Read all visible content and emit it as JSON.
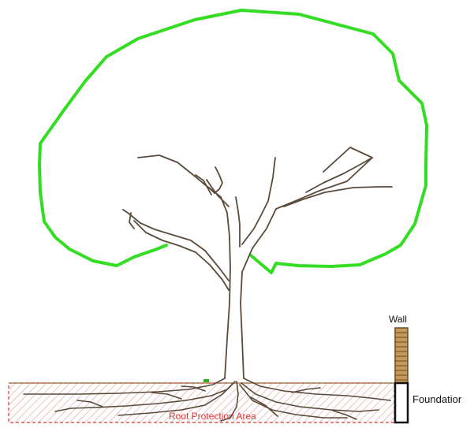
{
  "labels": {
    "wall": "Wall",
    "foundation": "Foundatior",
    "root_protection_area": "Root Protection Area"
  },
  "colors": {
    "canopy": "#33dd22",
    "trunk": "#5a4a3a",
    "wall_brick": "#a8804a",
    "wall_line": "#6a4a20",
    "rpa": "#e03030",
    "hatch": "#e7a8a8",
    "background": "#ffffff"
  }
}
